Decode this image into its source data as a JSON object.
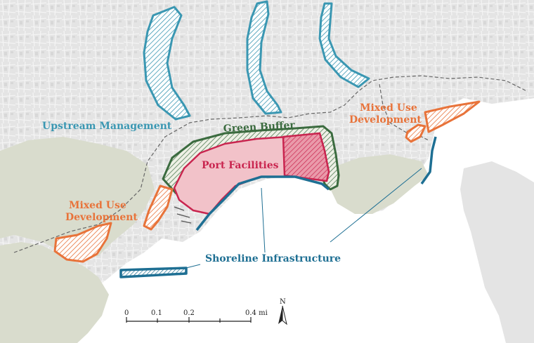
{
  "labels": {
    "upstream": "Upstream Management",
    "green_buffer": "Green Buffer",
    "port": "Port Facilities",
    "mixed_use_left_1": "Mixed Use",
    "mixed_use_left_2": "Development",
    "mixed_use_right_1": "Mixed Use",
    "mixed_use_right_2": "Development",
    "shoreline": "Shoreline Infrastructure"
  },
  "scale_bar": {
    "ticks": [
      "0",
      "0.1",
      "0.2",
      "0.4 mi"
    ]
  },
  "north_arrow": {
    "label": "N"
  },
  "colors": {
    "upstream": "#3a97b2",
    "green_buffer": "#3b6b3f",
    "port_fill": "#f2c2c9",
    "port_accent": "#c9254f",
    "mixed_use": "#e8733a",
    "shoreline": "#1e6f93",
    "land": "#e6e6e6",
    "green_land": "#d9dccd",
    "water": "#ffffff"
  }
}
